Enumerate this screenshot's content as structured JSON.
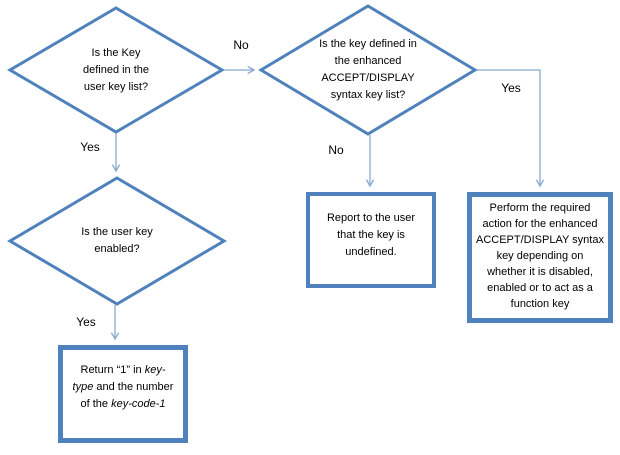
{
  "colors": {
    "shape_border": "#4f81bd",
    "connector": "#8aa9d1",
    "text": "#000000",
    "background": "#ffffff"
  },
  "nodes": {
    "decision_user_key_defined": {
      "lines": [
        "Is the Key",
        "defined in the",
        "user key list?"
      ]
    },
    "decision_enhanced_key_defined": {
      "lines": [
        "Is the key defined in",
        "the enhanced",
        "ACCEPT/DISPLAY",
        "syntax key list?"
      ]
    },
    "decision_user_key_enabled": {
      "lines": [
        "Is the user key",
        "enabled?"
      ]
    },
    "process_report_undefined": {
      "lines": [
        "Report to the user",
        "that the key is",
        "undefined."
      ]
    },
    "process_perform_action": {
      "lines": [
        "Perform the required",
        "action for the enhanced",
        "ACCEPT/DISPLAY syntax",
        "key depending on",
        "whether it is disabled,",
        "enabled or to act as a",
        "function key"
      ]
    },
    "process_return_key_type": {
      "lines": [
        [
          {
            "text": "Return “1” in ",
            "italic": false
          },
          {
            "text": "key-",
            "italic": true
          }
        ],
        [
          {
            "text": "type",
            "italic": true
          },
          {
            "text": " and the number",
            "italic": false
          }
        ],
        [
          {
            "text": "of the ",
            "italic": false
          },
          {
            "text": "key-code-1",
            "italic": true
          }
        ]
      ]
    }
  },
  "edge_labels": {
    "no_to_enhanced": "No",
    "yes_to_enabled": "Yes",
    "no_to_report": "No",
    "yes_to_perform": "Yes",
    "yes_to_return": "Yes"
  }
}
